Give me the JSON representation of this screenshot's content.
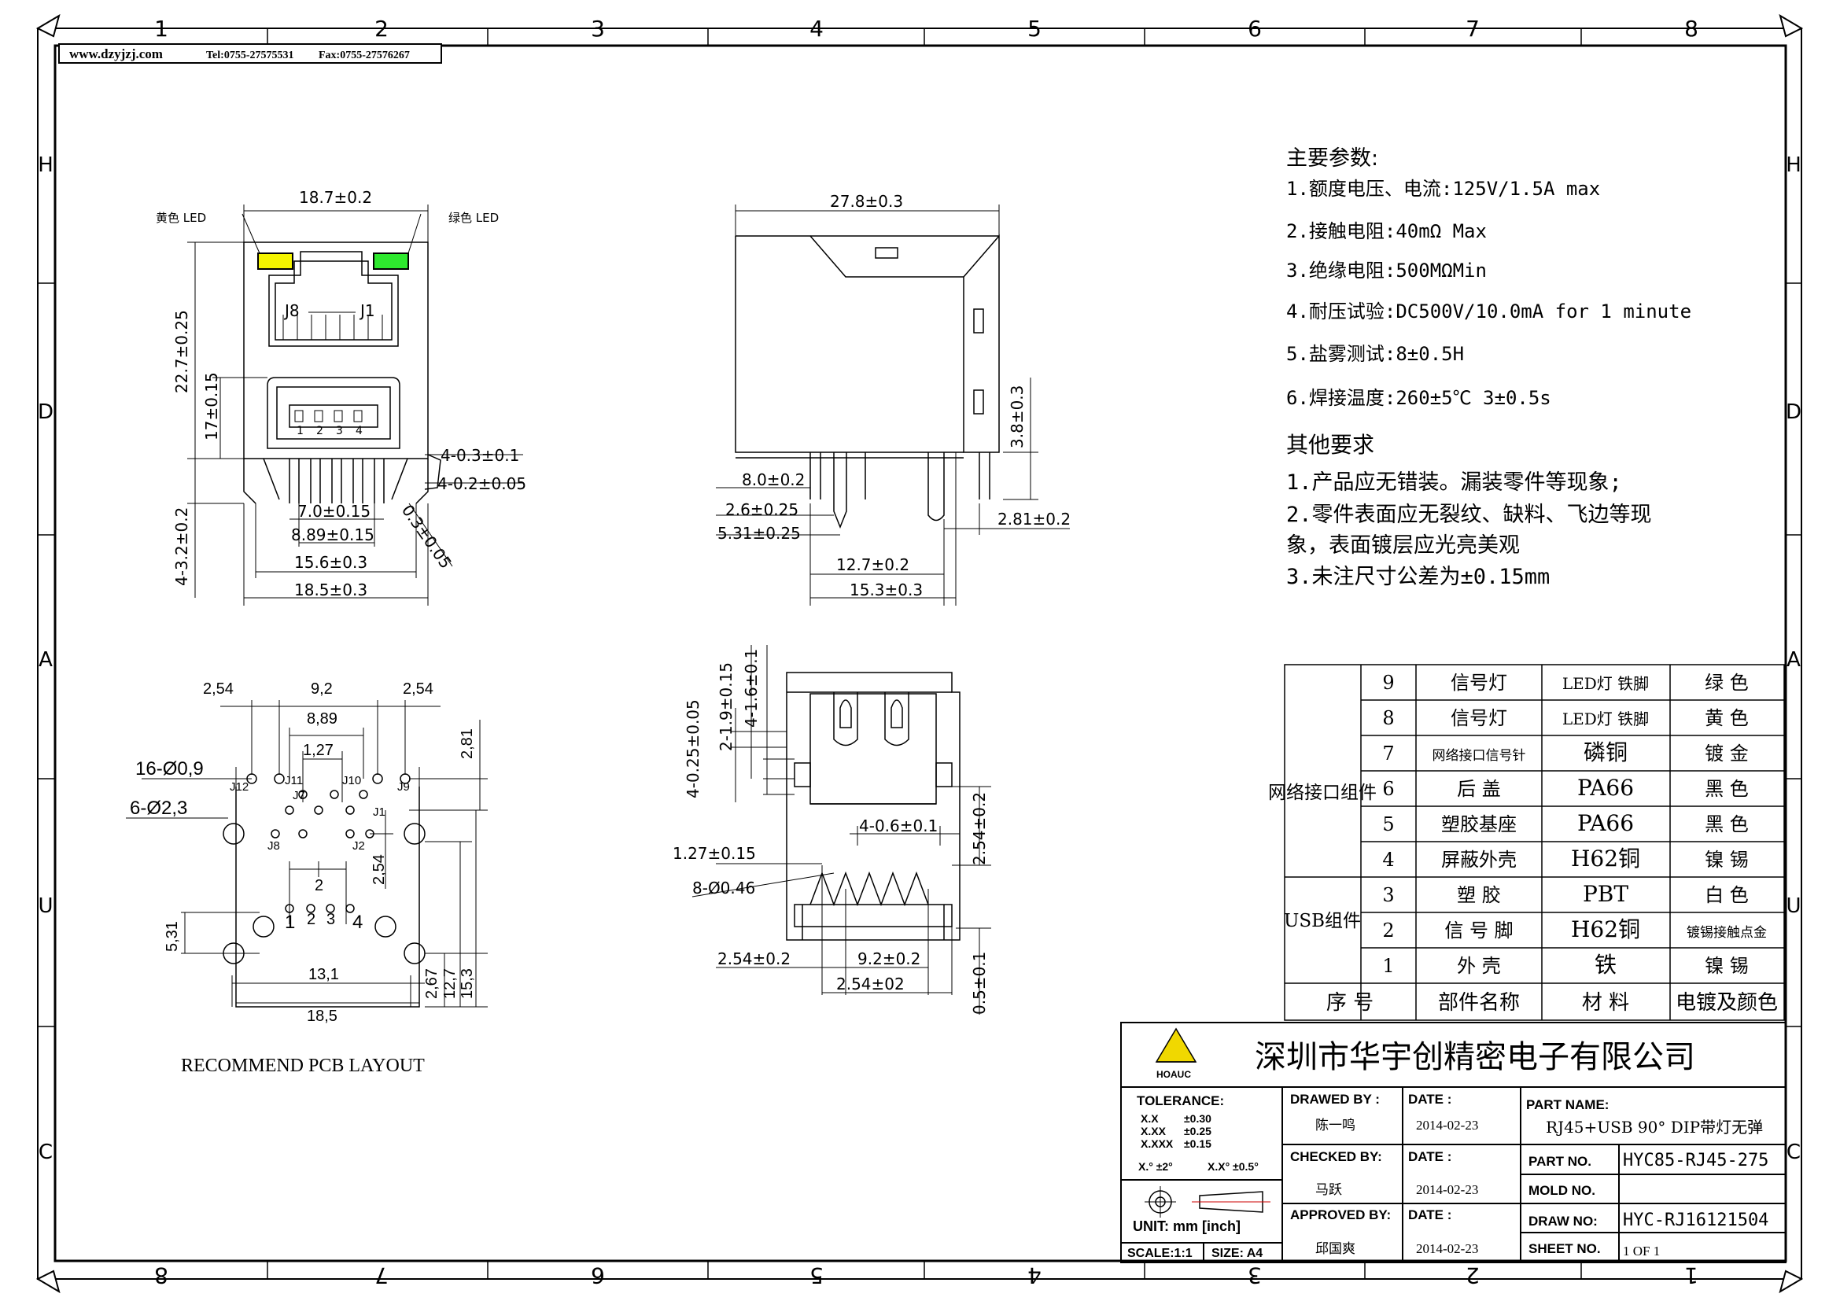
{
  "header": {
    "url": "www.dzyjzj.com",
    "tel": "Tel:0755-27575531",
    "fax": "Fax:0755-27576267"
  },
  "border": {
    "top_numbers": [
      "1",
      "2",
      "3",
      "4",
      "5",
      "6",
      "7",
      "8"
    ],
    "bottom_numbers": [
      "8",
      "7",
      "6",
      "5",
      "4",
      "3",
      "2",
      "1"
    ],
    "side_letters": [
      "H",
      "D",
      "A",
      "U",
      "C"
    ]
  },
  "front_view": {
    "width_top": "18.7±0.2",
    "led_yellow_label": "黄色 LED",
    "led_green_label": "绿色 LED",
    "height_total": "22.7±0.25",
    "usb_height": "17±0.15",
    "pin_label_j8": "J8",
    "pin_label_j1": "J1",
    "usb_pins": [
      "1",
      "2",
      "3",
      "4"
    ],
    "dim_4_03": "4-0.3±0.1",
    "dim_4_02": "4-0.2±0.05",
    "dim_4_32": "4-3.2±0.2",
    "dim_7": "7.0±0.15",
    "dim_889": "8.89±0.15",
    "dim_156": "15.6±0.3",
    "dim_185": "18.5±0.3",
    "dim_diag": "0.3±0.05"
  },
  "side_view": {
    "width": "27.8±0.3",
    "h_38": "3.8±0.3",
    "d_8": "8.0±0.2",
    "d_26": "2.6±0.25",
    "d_531": "5.31±0.25",
    "d_281": "2.81±0.2",
    "d_127": "12.7±0.2",
    "d_153": "15.3±0.3"
  },
  "bottom_view": {
    "v_4_025": "4-0.25±0.05",
    "v_2_19": "2-1.9±0.15",
    "v_4_16": "4-1.6±0.1",
    "d_4_06": "4-0.6±0.1",
    "d_127": "1.27±0.15",
    "d_8_046": "8-Ø0.46",
    "d_254_02": "2.54±0.2",
    "d_254_02v": "2.54±0.2",
    "d_92": "9.2±0.2",
    "d_254b": "2.54±02",
    "d_05": "0.5±0.1"
  },
  "pcb_layout": {
    "title": "RECOMMEND PCB LAYOUT",
    "d_254a": "2,54",
    "d_92": "9,2",
    "d_254b": "2,54",
    "d_889": "8,89",
    "d_127": "1,27",
    "d_281": "2,81",
    "holes_16": "16-Ø0,9",
    "holes_6": "6-Ø2,3",
    "pins": [
      "J12",
      "J11",
      "J10",
      "J9",
      "J7",
      "J1",
      "J8",
      "J2"
    ],
    "d_254v": "2,54",
    "d_2": "2",
    "usb_pins": [
      "1",
      "2",
      "3",
      "4"
    ],
    "d_531": "5,31",
    "d_131": "13,1",
    "d_185": "18,5",
    "d_267": "2,67",
    "d_127v": "12,7",
    "d_153": "15,3"
  },
  "specs": {
    "main_title": "主要参数:",
    "items": [
      "1.额度电压、电流:125V/1.5A max",
      "2.接触电阻:40mΩ Max",
      "3.绝缘电阻:500MΩMin",
      "4.耐压试验:DC500V/10.0mA for 1 minute",
      "5.盐雾测试:8±0.5H",
      "6.焊接温度:260±5℃ 3±0.5s"
    ],
    "other_title": "其他要求",
    "other_items": [
      "1.产品应无错装。漏装零件等现象;",
      "2.零件表面应无裂纹、缺料、飞边等现",
      "象，表面镀层应光亮美观",
      "3.未注尺寸公差为±0.15mm"
    ]
  },
  "bom": {
    "group_network": "网络接口组件",
    "group_usb": "USB组件",
    "rows": [
      {
        "no": "9",
        "name": "信号灯",
        "material": "LED灯 铁脚",
        "finish": "绿 色"
      },
      {
        "no": "8",
        "name": "信号灯",
        "material": "LED灯 铁脚",
        "finish": "黄 色"
      },
      {
        "no": "7",
        "name": "网络接口信号针",
        "material": "磷铜",
        "finish": "镀 金"
      },
      {
        "no": "6",
        "name": "后 盖",
        "material": "PA66",
        "finish": "黑 色"
      },
      {
        "no": "5",
        "name": "塑胶基座",
        "material": "PA66",
        "finish": "黑 色"
      },
      {
        "no": "4",
        "name": "屏蔽外壳",
        "material": "H62铜",
        "finish": "镍 锡"
      },
      {
        "no": "3",
        "name": "塑 胶",
        "material": "PBT",
        "finish": "白 色"
      },
      {
        "no": "2",
        "name": "信 号 脚",
        "material": "H62铜",
        "finish": "镀锡接触点金"
      },
      {
        "no": "1",
        "name": "外 壳",
        "material": "铁",
        "finish": "镍 锡"
      }
    ],
    "header": {
      "no": "序 号",
      "name": "部件名称",
      "material": "材 料",
      "finish": "电镀及颜色"
    }
  },
  "title_block": {
    "company": "深圳市华宇创精密电子有限公司",
    "logo_text": "HOAUC",
    "tolerance_label": "TOLERANCE:",
    "tol_x": "X.X",
    "tol_x_v": "±0.30",
    "tol_xx": "X.XX",
    "tol_xx_v": "±0.25",
    "tol_xxx": "X.XXX",
    "tol_xxx_v": "±0.15",
    "tol_ang1": "X.° ±2°",
    "tol_ang2": "X.X° ±0.5°",
    "unit": "UNIT: mm [inch]",
    "scale": "SCALE:1:1",
    "size": "SIZE: A4",
    "drawn_by_label": "DRAWED BY :",
    "drawn_by": "陈一鸣",
    "checked_by_label": "CHECKED BY:",
    "checked_by": "马跃",
    "approved_by_label": "APPROVED BY:",
    "approved_by": "邱国爽",
    "date_label": "DATE :",
    "date1": "2014-02-23",
    "date2": "2014-02-23",
    "date3": "2014-02-23",
    "part_name_label": "PART NAME:",
    "part_name": "RJ45+USB 90° DIP带灯无弹",
    "part_no_label": "PART NO.",
    "part_no": "HYC85-RJ45-275",
    "mold_no_label": "MOLD NO.",
    "mold_no": "",
    "draw_no_label": "DRAW NO:",
    "draw_no": "HYC-RJ16121504",
    "sheet_no_label": "SHEET NO.",
    "sheet_no": "1 OF 1"
  },
  "colors": {
    "led_yellow": "#f5f500",
    "led_green": "#2ee82e",
    "logo_yellow": "#f0d800"
  }
}
